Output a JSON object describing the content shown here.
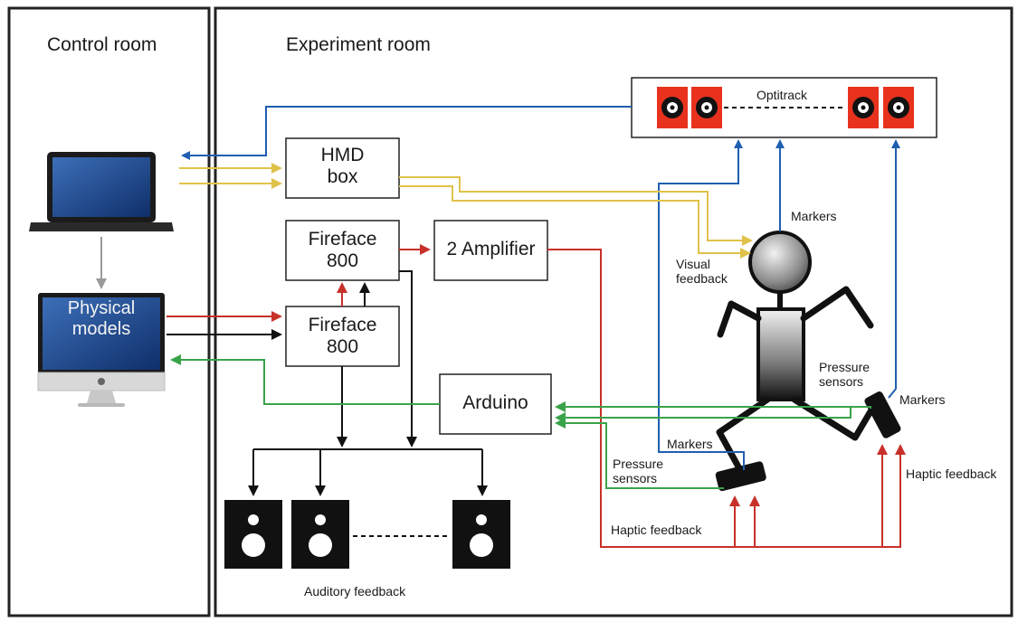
{
  "rooms": {
    "control": "Control room",
    "experiment": "Experiment room"
  },
  "boxes": {
    "hmd": [
      "HMD",
      "box"
    ],
    "fireface_top": [
      "Fireface",
      "800"
    ],
    "fireface_bottom": [
      "Fireface",
      "800"
    ],
    "amplifier": "2 Amplifier",
    "arduino": "Arduino"
  },
  "screen": [
    "Physical",
    "models"
  ],
  "optitrack": "Optitrack",
  "labels": {
    "markers_head": "Markers",
    "markers_hand": "Markers",
    "markers_foot": "Markers",
    "visual_feedback": [
      "Visual",
      "feedback"
    ],
    "pressure_sensors_right": [
      "Pressure",
      "sensors"
    ],
    "pressure_sensors_left": [
      "Pressure",
      "sensors"
    ],
    "haptic_feedback_bottom": "Haptic feedback",
    "haptic_feedback_right": "Haptic feedback",
    "auditory_feedback": "Auditory feedback"
  },
  "colors": {
    "blue": "#1f5fb0",
    "yellow": "#e0c24a",
    "red": "#c8302a",
    "green": "#3aa34a",
    "black": "#111111",
    "grey": "#9a9a9a",
    "optitrack_red": "#e8321e"
  }
}
